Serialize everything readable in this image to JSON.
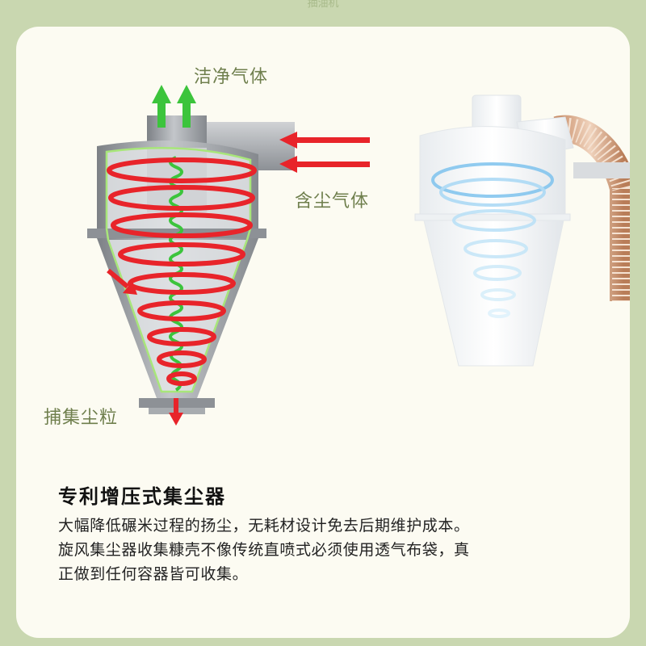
{
  "top_hint": "抽油机",
  "diagram": {
    "clean_gas_label": "洁净气体",
    "dusty_gas_label": "含尘气体",
    "dust_capture_label": "捕集尘粒"
  },
  "feature": {
    "title": "专利增压式集尘器",
    "lines": [
      "大幅降低碾米过程的扬尘，无耗材设计免去后期维护成本。",
      "旋风集尘器收集糠壳不像传统直喷式必须使用透气布袋，真",
      "正做到任何容器皆可收集。"
    ]
  },
  "colors": {
    "page_bg": "#c9d7b0",
    "card_bg": "#fcfbf2",
    "label_green": "#6f7f4d",
    "airflow_red": "#e8242a",
    "airflow_green": "#3cc43c"
  }
}
